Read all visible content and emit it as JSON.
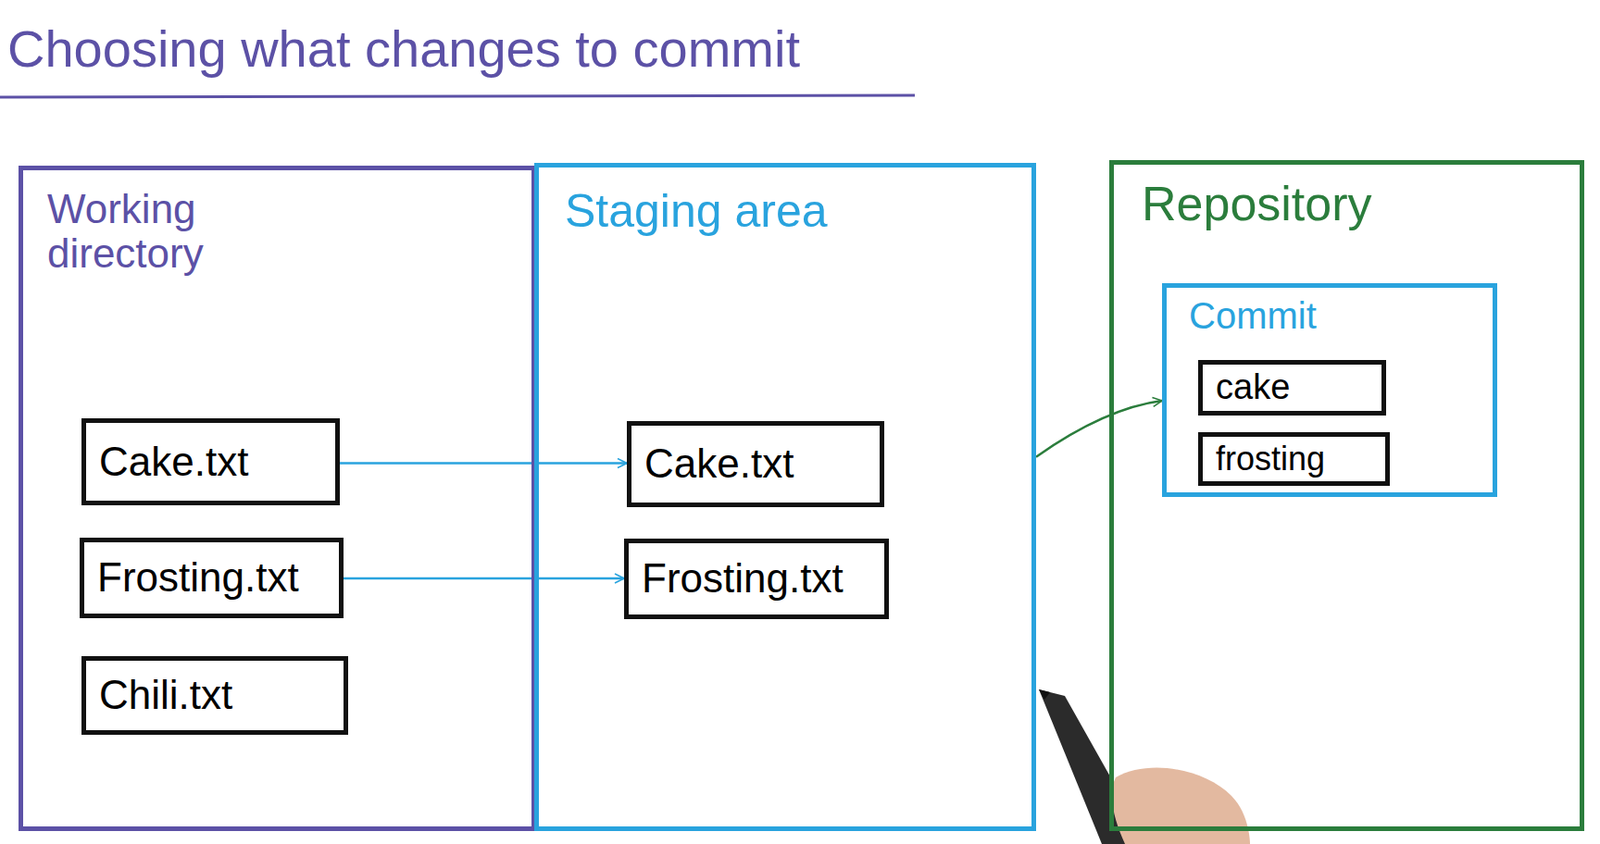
{
  "diagram": {
    "title": "Choosing what changes to commit",
    "nodes": [
      {
        "text": [
          "Working directory"
        ]
      },
      {
        "text": [
          "Cake.txt"
        ],
        "in": 0
      },
      {
        "text": [
          "Frosting.txt"
        ],
        "in": 0
      },
      {
        "text": [
          "Chili.txt"
        ],
        "in": 0
      },
      {
        "text": [
          "Staging area"
        ]
      },
      {
        "text": [
          "Cake.txt"
        ],
        "in": 4
      },
      {
        "text": [
          "Frosting.txt"
        ],
        "in": 4
      },
      {
        "text": [
          "Repository"
        ]
      },
      {
        "text": [
          "Commit"
        ],
        "in": 7
      },
      {
        "text": [
          "cake"
        ],
        "in": 8
      },
      {
        "text": [
          "frosting"
        ],
        "in": 8
      }
    ],
    "edges": [
      {
        "from": 1,
        "to": 5,
        "arrow": "to"
      },
      {
        "from": 2,
        "to": 6,
        "arrow": "to"
      },
      {
        "from": 4,
        "to": 8,
        "arrow": "to"
      }
    ]
  }
}
